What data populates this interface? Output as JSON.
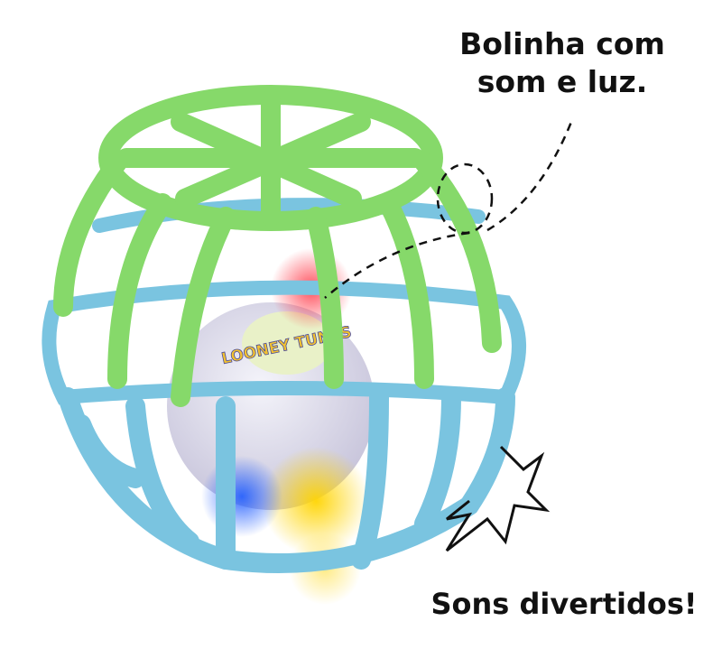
{
  "captions": {
    "top_line1": "Bolinha com",
    "top_line2": "som e luz.",
    "bottom": "Sons divertidos!"
  },
  "logo": {
    "text": "LOONEY TUNES"
  },
  "colors": {
    "green": "#86d96a",
    "blue": "#7ac4e0",
    "text": "#111111"
  }
}
